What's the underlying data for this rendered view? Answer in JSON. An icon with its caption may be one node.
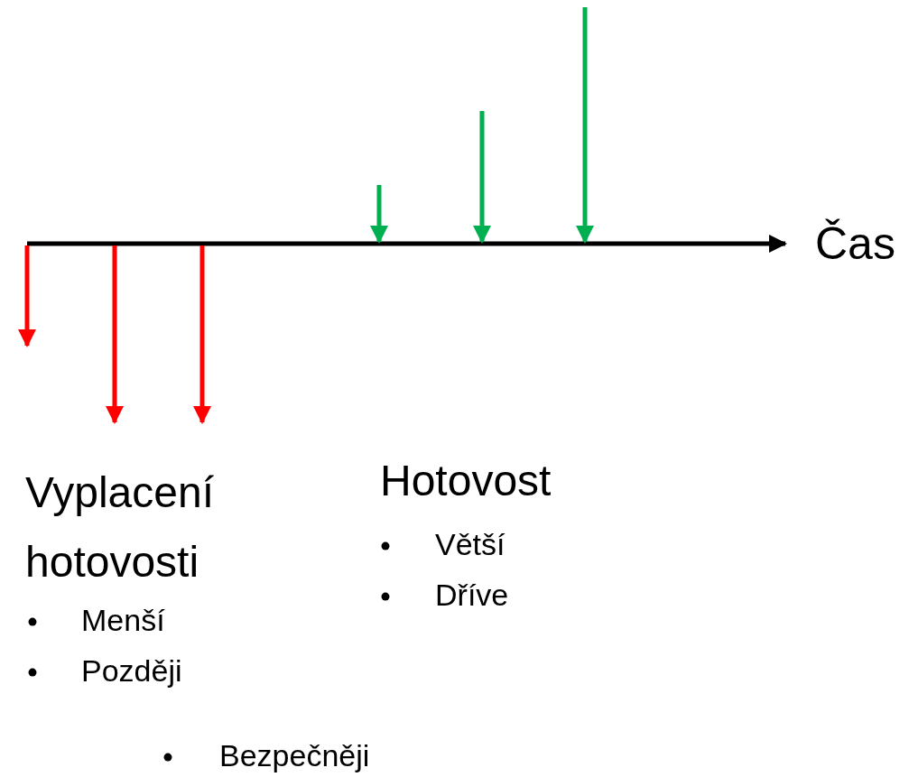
{
  "diagram": {
    "labels": [
      "Čas",
      "Vyplacení hotovosti",
      "Menší",
      "Později",
      "Hotovost",
      "Větší",
      "Dříve",
      "Bezpečněji"
    ]
  }
}
